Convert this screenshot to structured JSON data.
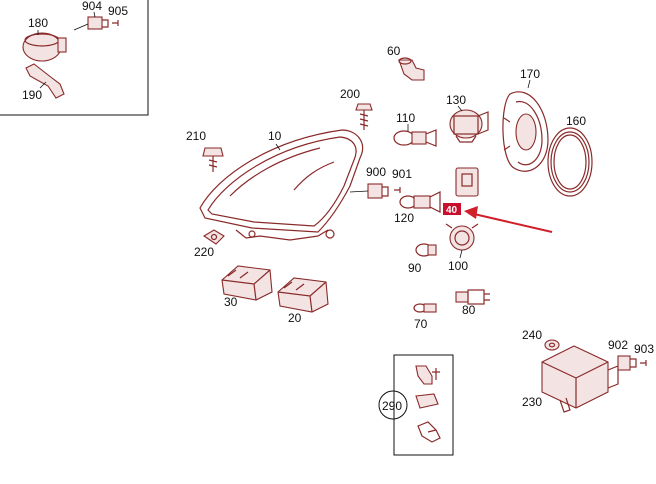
{
  "callouts": {
    "c10": "10",
    "c20": "20",
    "c30": "30",
    "c60": "60",
    "c70": "70",
    "c80": "80",
    "c90": "90",
    "c100": "100",
    "c110": "110",
    "c120": "120",
    "c130": "130",
    "c160": "160",
    "c170": "170",
    "c180": "180",
    "c190": "190",
    "c200": "200",
    "c210": "210",
    "c220": "220",
    "c230": "230",
    "c240": "240",
    "c290": "290",
    "c900": "900",
    "c901": "901",
    "c902": "902",
    "c903": "903",
    "c904": "904",
    "c905": "905"
  },
  "highlight": {
    "label": "40",
    "color": "#c8102e"
  },
  "colors": {
    "parts": "#8a2a2a",
    "arrow": "#d0202a"
  }
}
